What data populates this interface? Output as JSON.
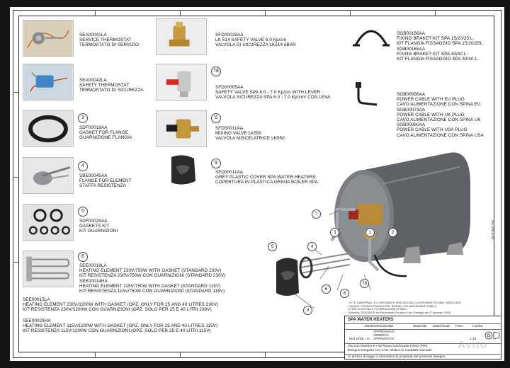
{
  "parts": [
    {
      "id": "sea00041la",
      "badge": "",
      "lines": [
        "SEA00041LA",
        "SERVICE THERMOSTAT",
        "TERMOSTATO DI SERVIZIO"
      ],
      "icon": "service-thermostat"
    },
    {
      "id": "sea00042la",
      "badge": "",
      "lines": [
        "SEA00042LA",
        "SAFETY THERMOSTAT",
        "TERMOSTATO DI  SICUREZZA"
      ],
      "icon": "safety-thermostat"
    },
    {
      "id": "sdf00018aa",
      "badge": "3",
      "lines": [
        "SDF00018AA",
        "GASKET FOR FLANGE",
        "GUARNIZIONE FLANGIA"
      ],
      "icon": "flange-gasket"
    },
    {
      "id": "sbe00045aa",
      "badge": "4",
      "lines": [
        "SBE00045AA",
        "FLANGE FOR ELEMENT",
        "STAFFA RESISTENZA"
      ],
      "icon": "flange"
    },
    {
      "id": "sdf00025aa",
      "badge": "5",
      "lines": [
        "SDF00025AA",
        "GASKETS KIT",
        "KIT GUARNIZIONI"
      ],
      "icon": "gaskets-kit"
    },
    {
      "id": "see00019la",
      "badge": "6",
      "lines": [
        "SEE00019LA",
        "HEATING ELEMENT 230V/750W WITH GASKET (STANDARD 230V)",
        "KIT RESISTENZA 230V/750W CON GUARNIZIONI (STANDARD 230V)",
        "SEE00014HA",
        "HEATING ELEMENT 115V/750W WITH GASKET (STANDARD 115V)",
        "KIT RESISTENZA 115V/750W CON GUARNIZIONI (STANDARD 115V)"
      ],
      "icon": "heating-element"
    },
    {
      "id": "sfd00029aa",
      "badge": "",
      "lines": [
        "SFD00029AA",
        "LK 514 SAFETY VALVE 6.0 Kp/cm",
        "VALVOLA DI SICUREZZA LK514 6BAR"
      ],
      "icon": "safety-valve"
    },
    {
      "id": "sfd00005aa",
      "badge": "78",
      "lines": [
        "SFD00005AA",
        "SAFETY VALVE SPA 6.0 - 7.0 Kp/cm WITH LEVER",
        "VALVOLA SICUREZZA SPA 6.0 - 7.0 Kp/cm² CON LEVA"
      ],
      "icon": "lever-valve"
    },
    {
      "id": "sfd00011aa-mix",
      "badge": "8",
      "lines": [
        "SFD00011AA",
        "MIXING VALVE LK550",
        "VALVOLA MISCELATRICE LK550"
      ],
      "icon": "mixing-valve"
    },
    {
      "id": "sfd00011aa-cover",
      "badge": "9",
      "lines": [
        "SFD00011AA",
        "GREY PLASTIC COVER SPA WATER HEATERS",
        "COPERTURA IN PLASTICA GRIGIA BOILER SPA"
      ],
      "icon": "plastic-cover"
    },
    {
      "id": "sgb00166aa",
      "badge": "",
      "lines": [
        "SGB00166AA",
        "FIXING BRAKET KIT SPA 15/20/25 L.",
        "KIT FLANGIA FISSAGGIO SPA 15/20/25L.",
        "",
        "SGB00165AA",
        "FIXING BRAKET KIT SPA 30/40 L.",
        "KIT FLANGIA FISSAGGIO SPA 30/40 L."
      ],
      "icon": "fixing-bracket"
    },
    {
      "id": "sgb00096aa",
      "badge": "",
      "lines": [
        "SGB00096AA",
        "POWER CABLE WITH EU PLUG",
        "CAVO ALIMENTAZIONE CON SPINA EU",
        "SGB00073AA",
        "POWER CABLE WITH UK PLUG",
        "CAVO ALIMENTAZIONE CON SPINA UK",
        "SGB00080AA",
        "POWER CABLE WITH USA PLUG",
        "CAVO ALIMENTAZIONE CON SPINA USA"
      ],
      "icon": "power-cable"
    }
  ],
  "extra_parts": {
    "see00015la": [
      "SEE00015LA",
      "HEATING ELEMENT 230V/1200W WITH GASKET (OPZ. ONLY FOR 25 AND 40 LITRES 230V)",
      "KIT RESISTENZA 230V/1200W CON GUARNIZIONI (OPZ. SOLO PER 25 E 40 LITRI 230V)"
    ],
    "see00023ha": [
      "SEE00023HA",
      "HEATING ELEMENT 115V/1200W WITH GASKET (OPZ. ONLY FOR 25 AND 40 LITRES 115V)",
      "KIT RESISTENZA 115V/1200W CON GUARNIZIONI (OPZ. SOLO PER 25 E 40 LITRI 115V)"
    ]
  },
  "callouts": [
    "7",
    "3",
    "4",
    "5",
    "6",
    "9",
    "8",
    "78",
    "1",
    "2"
  ],
  "title_block": {
    "title": "SPA WATER HEATERS",
    "col_denominazione": "DENOMINAZIONE",
    "col_materiale": "Materiale",
    "col_stato": "Stato/Unità",
    "col_peso": "Peso",
    "col_codice": "Codice",
    "check_1": "APPROVATO",
    "check_2": "VERIFICA",
    "check_3": "APPROVATO",
    "iso": "ISO 2768 - m",
    "scale": "1:10",
    "company": "Via San Martino 5 • 40 Roma Sant'Agata Feltria (RN)",
    "software": "Disegno eseguito con CAD relativo in modalità manuale",
    "rights": "Ai termini di legge ci riserviamo la proprietà del presente disegno"
  },
  "notes": [
    "TUTTI I MATERIALI E COMPONENTI NON DEVONO CONTENERE PIOMBO, MERCURIO,",
    "CADMIO, CROMO ESAVALENTE, BIFENILI POLIBROMURATI (PBB) E",
    "ETERI DI DIFENILE POLIBROMURATI (PBDE)",
    "(Direttiva 2002/95/CE del Parlamento Europeo e del Consiglio del 27 gennaio 2003)"
  ],
  "side_text": [
    "MODIFICHE"
  ],
  "watermark": "Avito",
  "colors": {
    "tank": "#6b6e73",
    "brass": "#b88a3a",
    "pipe": "#a8acb2",
    "cover": "#333333"
  }
}
